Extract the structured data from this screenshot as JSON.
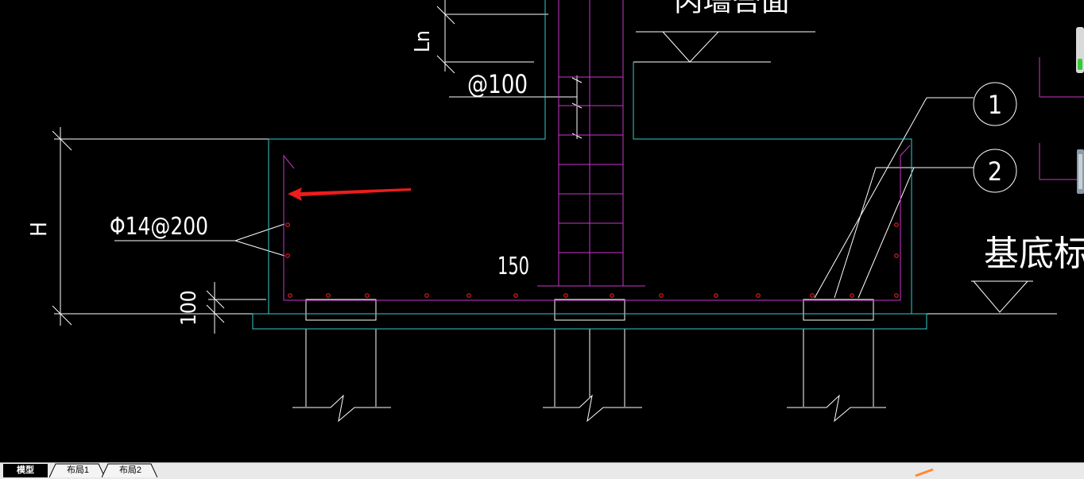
{
  "drawing": {
    "top_partial_text": "内墙合面",
    "dim_ln": "Ln",
    "spacing_label": "@100",
    "rebar_label": "Φ14@200",
    "dim_h": "H",
    "dim_100": "100",
    "dim_150": "150",
    "callout_1": "1",
    "callout_2": "2",
    "base_elevation_partial": "基底标高"
  },
  "tabs": [
    {
      "label": "模型",
      "active": true
    },
    {
      "label": "布局1",
      "active": false
    },
    {
      "label": "布局2",
      "active": false
    }
  ],
  "colors": {
    "background": "#000000",
    "white_line": "#ffffff",
    "cyan_line": "#33cccc",
    "magenta_line": "#cc33cc",
    "rebar_dot": "#ff2222",
    "arrow": "#ee1c1c",
    "tab_bar": "#e9e9e9"
  }
}
